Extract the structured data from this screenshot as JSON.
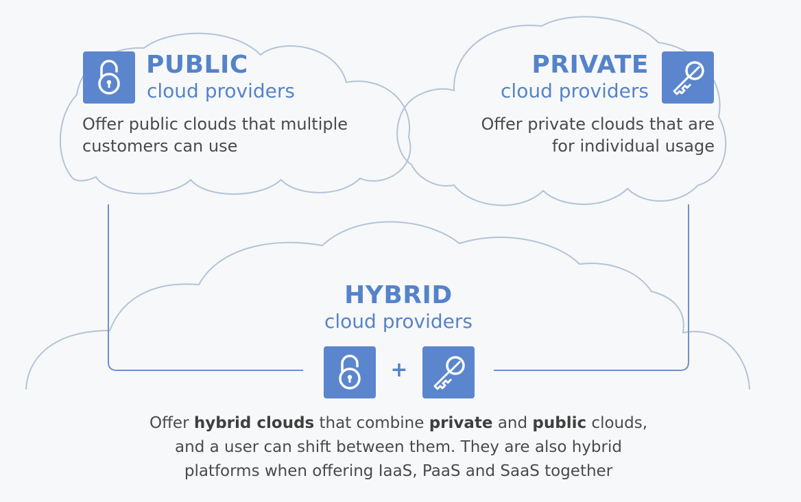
{
  "public": {
    "title": "PUBLIC",
    "subtitle": "cloud providers",
    "description": "Offer public clouds that multiple customers can use",
    "icon": "padlock-icon"
  },
  "private": {
    "title": "PRIVATE",
    "subtitle": "cloud providers",
    "description": "Offer private clouds that are for individual usage",
    "icon": "key-icon"
  },
  "hybrid": {
    "title": "HYBRID",
    "subtitle": "cloud providers",
    "plus": "+",
    "icons": [
      "padlock-icon",
      "key-icon"
    ],
    "description": {
      "part1": "Offer ",
      "bold1": "hybrid clouds",
      "part2": " that combine ",
      "bold2": "private",
      "part3": " and ",
      "bold3": "public",
      "part4": " clouds,",
      "line2": "and a user can shift between them. They are also hybrid",
      "line3": "platforms when offering IaaS, PaaS and SaaS together"
    }
  },
  "colors": {
    "background": "#f7f8fa",
    "accent": "#5583c9",
    "icon_fill": "#5b86cd",
    "cloud_outline": "#b3c3d6",
    "connector": "#6f8fca",
    "text": "#4a4a4a"
  }
}
